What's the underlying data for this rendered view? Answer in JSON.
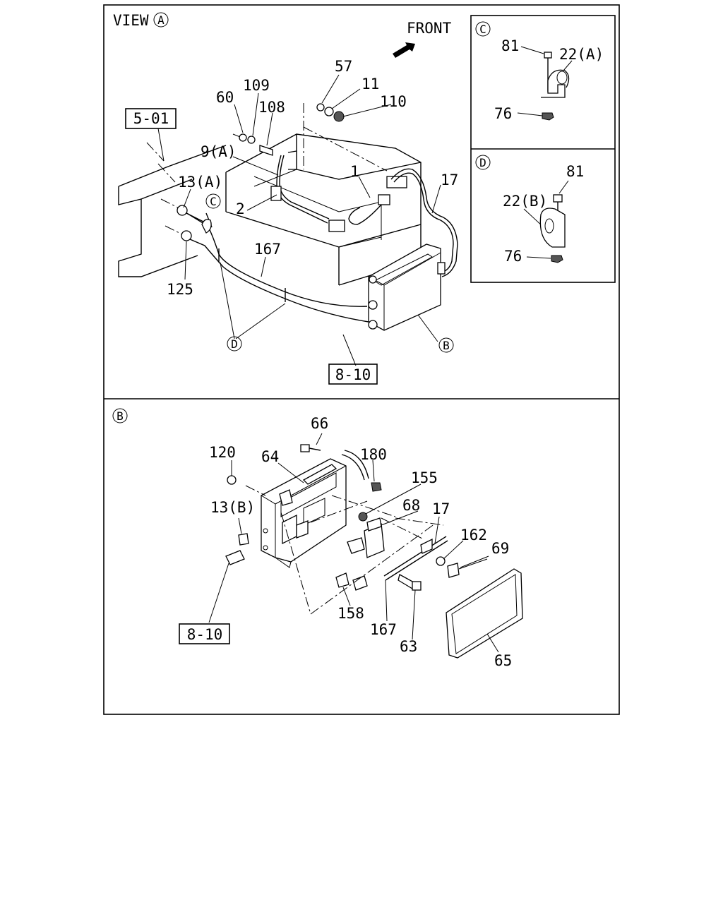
{
  "view_title": "VIEW",
  "view_ref": "A",
  "front_label": "FRONT",
  "detail_c": {
    "ref": "C",
    "labels": {
      "bolt": "81",
      "clip": "22(A)",
      "nut": "76"
    }
  },
  "detail_d": {
    "ref": "D",
    "labels": {
      "bolt": "81",
      "clip": "22(B)",
      "nut": "76"
    }
  },
  "view_a": {
    "boxed_refs": {
      "chassis": "5-01",
      "harness": "8-10"
    },
    "callouts": {
      "c1": "1",
      "c2": "2",
      "c9a": "9(A)",
      "c11": "11",
      "c13a": "13(A)",
      "c17": "17",
      "c57": "57",
      "c60": "60",
      "c108": "108",
      "c109": "109",
      "c110": "110",
      "c125": "125",
      "c167": "167"
    },
    "circle_refs": {
      "c": "C",
      "d": "D",
      "b": "B"
    }
  },
  "view_b": {
    "ref": "B",
    "boxed_refs": {
      "harness": "8-10"
    },
    "callouts": {
      "c13b": "13(B)",
      "c17": "17",
      "c63": "63",
      "c64": "64",
      "c65": "65",
      "c66": "66",
      "c68": "68",
      "c69": "69",
      "c120": "120",
      "c155": "155",
      "c158": "158",
      "c162": "162",
      "c167": "167",
      "c180": "180"
    }
  }
}
